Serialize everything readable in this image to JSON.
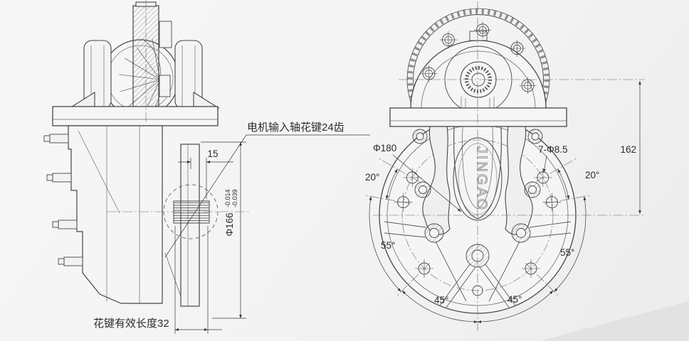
{
  "drawing": {
    "type": "engineering-cad-drawing",
    "subject": "gear reducer / differential housing, two orthographic views",
    "labels": {
      "motor_input_spline": "电机输入轴花键24齿",
      "spline_effective_length": "花键有效长度32",
      "cast_logo": "JINGAO"
    },
    "dimensions": {
      "offset_15": "15",
      "hub_diameter": "Φ166",
      "hub_tol_upper": "-0.014",
      "hub_tol_lower": "-0.039",
      "bolt_circle": "Φ180",
      "bolt_holes": "7-Φ8.5",
      "center_distance": "162",
      "angle_left_20": "20°",
      "angle_right_20": "20°",
      "angle_left_55": "55°",
      "angle_right_55": "55°",
      "angle_left_45": "45°",
      "angle_right_45": "45°"
    },
    "colors": {
      "line": "#474747",
      "detail": "#6a6a6a",
      "dimension": "#3a3a3a",
      "background": "#f2f2f2"
    }
  }
}
